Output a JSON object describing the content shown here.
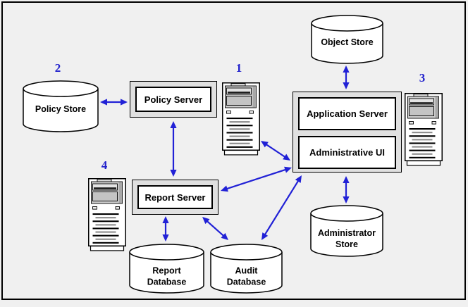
{
  "diagram": {
    "colors": {
      "background": "#f0f0f0",
      "arrow_blue": "#2121d6",
      "badge_blue": "#2121cc",
      "host_gray": "#e0e0e0"
    },
    "nodes": {
      "policy_store": {
        "type": "datastore",
        "lines": [
          "Policy Store"
        ],
        "badge": "2"
      },
      "object_store": {
        "type": "datastore",
        "lines": [
          "Object Store"
        ]
      },
      "report_database": {
        "type": "datastore",
        "lines": [
          "Report",
          "Database"
        ]
      },
      "audit_database": {
        "type": "datastore",
        "lines": [
          "Audit",
          "Database"
        ]
      },
      "administrator_store": {
        "type": "datastore",
        "lines": [
          "Administrator",
          "Store"
        ]
      },
      "policy_server": {
        "type": "server-box",
        "label": "Policy Server"
      },
      "application_server": {
        "type": "server-box",
        "label": "Application Server"
      },
      "administrative_ui": {
        "type": "server-box",
        "label": "Administrative UI"
      },
      "report_server": {
        "type": "server-box",
        "label": "Report Server"
      },
      "server_1": {
        "type": "server-host",
        "badge": "1"
      },
      "server_3": {
        "type": "server-host",
        "badge": "3"
      },
      "server_4": {
        "type": "server-host",
        "badge": "4"
      }
    },
    "connections": [
      {
        "from": "policy_store",
        "to": "policy_server",
        "bidirectional": true
      },
      {
        "from": "policy_server",
        "to": "report_server",
        "bidirectional": true
      },
      {
        "from": "object_store",
        "to": "application_server_host",
        "bidirectional": true
      },
      {
        "from": "server_1",
        "to": "application_server_host",
        "bidirectional": true
      },
      {
        "from": "report_server",
        "to": "application_server_host",
        "bidirectional": true
      },
      {
        "from": "audit_database",
        "to": "application_server_host",
        "bidirectional": true
      },
      {
        "from": "report_server",
        "to": "report_database",
        "bidirectional": true
      },
      {
        "from": "report_server",
        "to": "audit_database",
        "bidirectional": true
      },
      {
        "from": "application_server_host",
        "to": "administrator_store",
        "bidirectional": true
      }
    ]
  }
}
